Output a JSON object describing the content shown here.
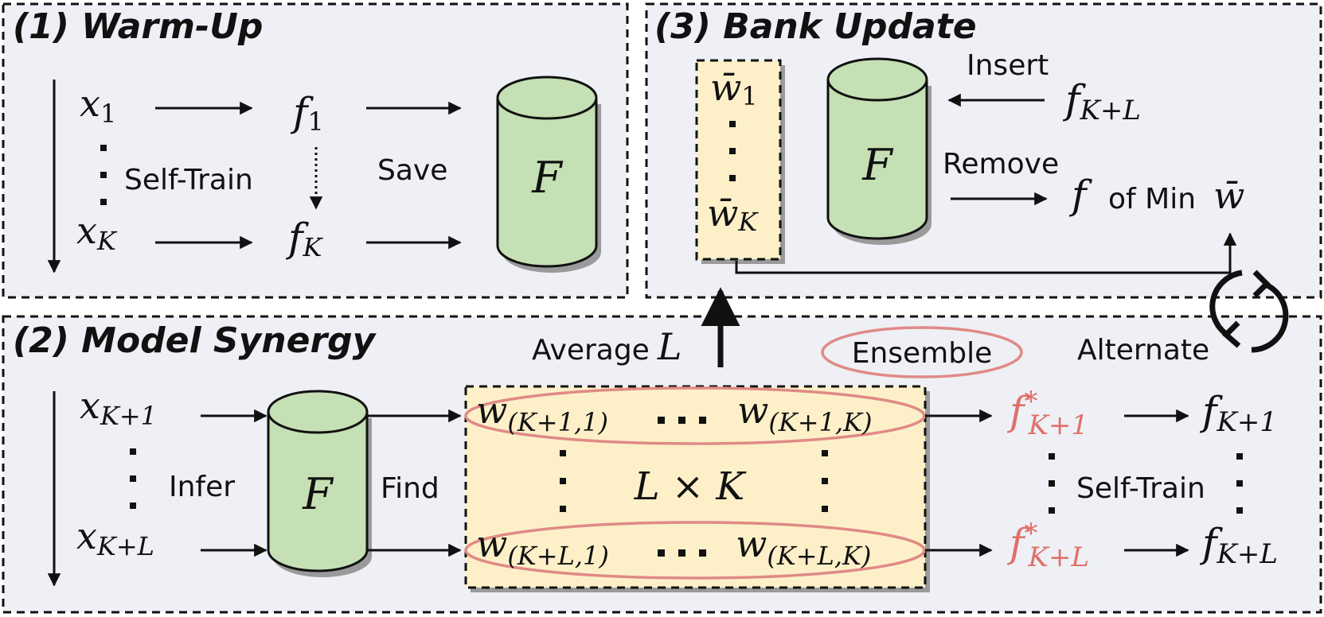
{
  "colors": {
    "panel_bg": "#eef0f5",
    "cylinder_fill": "#c5e0b4",
    "bank_fill": "#fdf0c8",
    "ensemble_red": "#e08a86",
    "highlight_red": "#e0706a",
    "ink": "#111111"
  },
  "panels": {
    "warmup": {
      "title": "(1) Warm-Up",
      "x_first": "x",
      "x_first_sub": "1",
      "x_last": "x",
      "x_last_sub": "K",
      "f_first": "f",
      "f_first_sub": "1",
      "f_last": "f",
      "f_last_sub": "K",
      "self_train": "Self-Train",
      "save": "Save",
      "bank": "F"
    },
    "bank_update": {
      "title": "(3) Bank Update",
      "w_first": "w̄",
      "w_first_sub": "1",
      "w_last": "w̄",
      "w_last_sub": "K",
      "bank": "F",
      "insert": "Insert",
      "f_insert": "f",
      "f_insert_sub": "K+L",
      "remove": "Remove",
      "f_remove": "f",
      "of_min": "of Min",
      "w_bar": "w̄"
    },
    "synergy": {
      "title": "(2) Model Synergy",
      "x_first": "x",
      "x_first_sub": "K+1",
      "x_last": "x",
      "x_last_sub": "K+L",
      "infer": "Infer",
      "bank": "F",
      "find": "Find",
      "average": "Average",
      "average_var": "L",
      "ensemble": "Ensemble",
      "alternate": "Alternate",
      "w_top_left": "w",
      "w_top_left_sub": "(K+1,1)",
      "w_top_right": "w",
      "w_top_right_sub": "(K+1,K)",
      "w_bot_left": "w",
      "w_bot_left_sub": "(K+L,1)",
      "w_bot_right": "w",
      "w_bot_right_sub": "(K+L,K)",
      "grid_size": "L × K",
      "fstar_first": "f",
      "fstar_first_sup": "*",
      "fstar_first_sub": "K+1",
      "fstar_last": "f",
      "fstar_last_sup": "*",
      "fstar_last_sub": "K+L",
      "f_first": "f",
      "f_first_sub": "K+1",
      "f_last": "f",
      "f_last_sub": "K+L",
      "self_train": "Self-Train"
    }
  }
}
